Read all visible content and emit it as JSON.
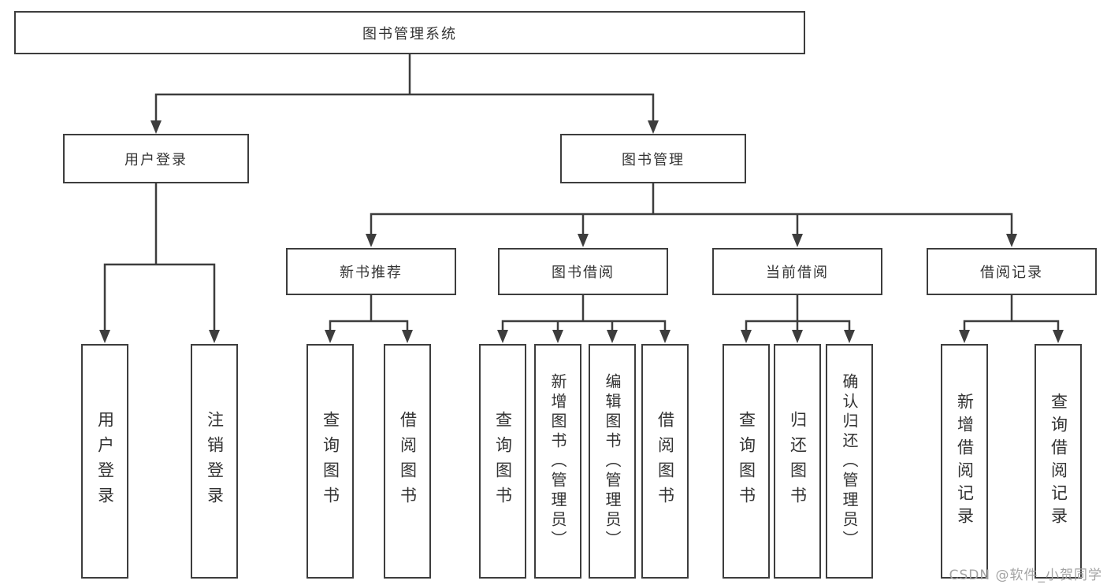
{
  "diagram": {
    "root": {
      "label": "图书管理系统"
    },
    "level2": [
      {
        "id": "user-login",
        "label": "用户登录"
      },
      {
        "id": "book-management",
        "label": "图书管理"
      }
    ],
    "level3": [
      {
        "id": "new-book-recommendation",
        "label": "新书推荐",
        "parent": "book-management"
      },
      {
        "id": "book-borrowing",
        "label": "图书借阅",
        "parent": "book-management"
      },
      {
        "id": "current-borrowing",
        "label": "当前借阅",
        "parent": "book-management"
      },
      {
        "id": "borrowing-records",
        "label": "借阅记录",
        "parent": "book-management"
      }
    ],
    "leaves": [
      {
        "label": "用户登录",
        "parent": "user-login"
      },
      {
        "label": "注销登录",
        "parent": "user-login"
      },
      {
        "label": "查询图书",
        "parent": "new-book-recommendation"
      },
      {
        "label": "借阅图书",
        "parent": "new-book-recommendation"
      },
      {
        "label": "查询图书",
        "parent": "book-borrowing"
      },
      {
        "label": "新增图书（管理员）",
        "parent": "book-borrowing"
      },
      {
        "label": "编辑图书（管理员）",
        "parent": "book-borrowing"
      },
      {
        "label": "借阅图书",
        "parent": "book-borrowing"
      },
      {
        "label": "查询图书",
        "parent": "current-borrowing"
      },
      {
        "label": "归还图书",
        "parent": "current-borrowing"
      },
      {
        "label": "确认归还（管理员）",
        "parent": "current-borrowing"
      },
      {
        "label": "新增借阅记录",
        "parent": "borrowing-records"
      },
      {
        "label": "查询借阅记录",
        "parent": "borrowing-records"
      }
    ]
  },
  "watermark": {
    "text": "CSDN @软件_小贺同学"
  },
  "colors": {
    "line": "#3d3d3d",
    "text": "#333333",
    "background": "#ffffff",
    "watermark": "#a3a3a3"
  }
}
